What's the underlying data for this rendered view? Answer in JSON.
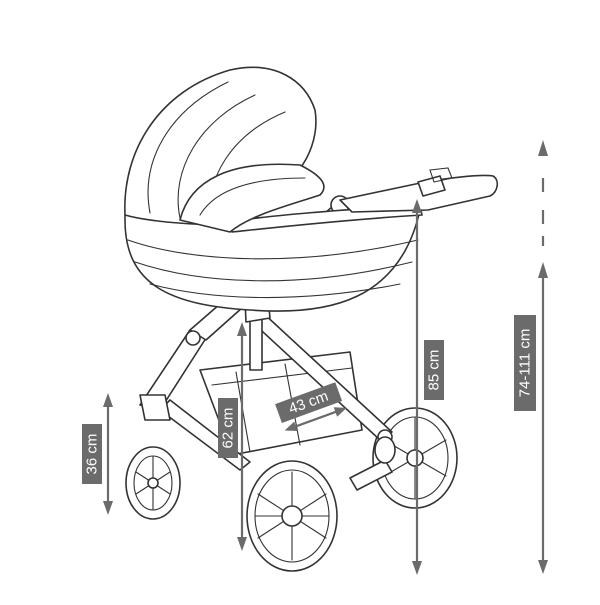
{
  "colors": {
    "dimension": "#6b6b6b",
    "outline": "#333333",
    "background": "#ffffff"
  },
  "dimensions": [
    {
      "id": "wheel-height",
      "label": "36 cm"
    },
    {
      "id": "seat-height",
      "label": "62 cm"
    },
    {
      "id": "chassis-width",
      "label": "43 cm"
    },
    {
      "id": "handle-height",
      "label": "85 cm"
    },
    {
      "id": "adjustable-height",
      "label": "74-111 cm"
    }
  ]
}
